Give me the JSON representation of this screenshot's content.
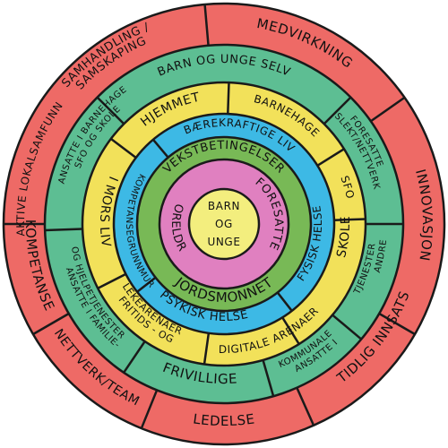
{
  "colors": {
    "outer": "#EE6A66",
    "teal": "#5DBE93",
    "yellow": "#F2E15A",
    "blue": "#3DB9E5",
    "green": "#78B956",
    "pink": "#E080C0",
    "core": "#F3EE7E",
    "ink": "#1a1a1a"
  },
  "rings": {
    "outer": {
      "labels": [
        "SAMHANDLING /",
        "SAMSKAPING",
        "MEDVIRKNING",
        "INNOVASJON",
        "TIDLIG INNSATS",
        "LEDELSE",
        "NETTVERK/TEAM",
        "KOMPETANSE",
        "AKTIVE LOKALSAMFUNN"
      ]
    },
    "teal": {
      "labels": [
        "BARN OG UNGE SELV",
        "FORESATTE",
        "SLEKT/NETTVERK",
        "ANDRE",
        "TJENESTER",
        "ANSATTE I",
        "KOMMUNALE",
        "FRIVILLIGE",
        "ANSATTE I FAMILIE-",
        "OG HJELPETJENESTER",
        "ANSATTE I BARNEHAGE",
        "SFO OG SKOLE"
      ]
    },
    "yellow": {
      "labels": [
        "HJEMMET",
        "BARNEHAGE",
        "SFO",
        "SKOLE",
        "DIGITALE ARENAER",
        "FRITIDS - OG",
        "LEKEARENAER",
        "I MORS LIV"
      ]
    },
    "blue": {
      "labels": [
        "BÆREKRAFTIGE LIV",
        "FYSISK HELSE",
        "PSYKISK HELSE",
        "KOMPETANSEGRUNNMUR"
      ]
    },
    "green": {
      "labels": [
        "VEKSTBETINGELSER",
        "JORDSMONNET"
      ]
    },
    "pink": {
      "labels": [
        "FORELDRE",
        "FORESATTE"
      ]
    },
    "core": {
      "labels": [
        "BARN",
        "OG",
        "UNGE"
      ]
    }
  }
}
